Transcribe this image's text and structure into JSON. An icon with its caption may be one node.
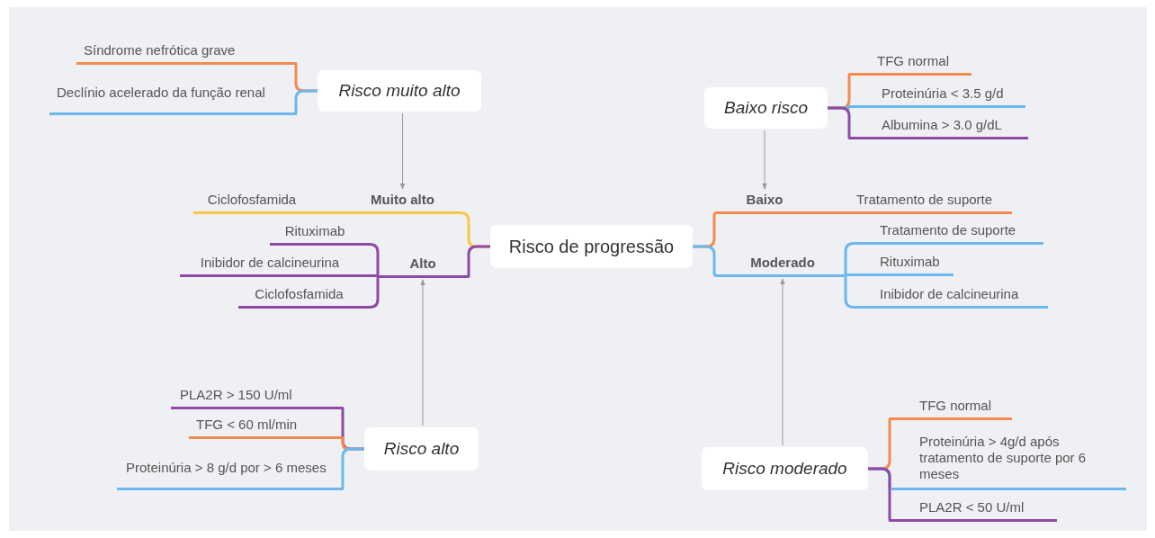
{
  "diagram": {
    "nodes": [
      {
        "text": [
          "Risco de progressão"
        ]
      },
      {
        "text": [
          "Muito alto"
        ]
      },
      {
        "text": [
          "Ciclofosfamida"
        ]
      },
      {
        "text": [
          "Alto"
        ]
      },
      {
        "text": [
          "Rituximab"
        ]
      },
      {
        "text": [
          "Inibidor de calcineurina"
        ]
      },
      {
        "text": [
          "Ciclofosfamida"
        ]
      },
      {
        "text": [
          "Baixo"
        ]
      },
      {
        "text": [
          "Tratamento de suporte"
        ]
      },
      {
        "text": [
          "Moderado"
        ]
      },
      {
        "text": [
          "Tratamento de suporte"
        ]
      },
      {
        "text": [
          "Rituximab"
        ]
      },
      {
        "text": [
          "Inibidor de calcineurina"
        ]
      },
      {
        "text": [
          "Risco muito alto"
        ]
      },
      {
        "text": [
          "Síndrome nefrótica grave"
        ]
      },
      {
        "text": [
          "Declínio acelerado da função renal"
        ]
      },
      {
        "text": [
          "Baixo risco"
        ]
      },
      {
        "text": [
          "TFG normal"
        ]
      },
      {
        "text": [
          "Proteinúria < 3.5 g/d"
        ]
      },
      {
        "text": [
          "Albumina > 3.0 g/dL"
        ]
      },
      {
        "text": [
          "Risco alto"
        ]
      },
      {
        "text": [
          "PLA2R > 150 U/ml"
        ]
      },
      {
        "text": [
          "TFG < 60 ml/min"
        ]
      },
      {
        "text": [
          "Proteinúria > 8 g/d por > 6 meses"
        ]
      },
      {
        "text": [
          "Risco moderado"
        ]
      },
      {
        "text": [
          "TFG normal"
        ]
      },
      {
        "text": [
          "Proteinúria > 4g/d após tratamento de suporte por 6 meses"
        ]
      },
      {
        "text": [
          "PLA2R < 50 U/ml"
        ]
      }
    ],
    "edges": [
      {
        "from": 0,
        "to": 1,
        "arrow": "none",
        "color": "#f7c644"
      },
      {
        "from": 1,
        "to": 2,
        "arrow": "none",
        "color": "#f7c644"
      },
      {
        "from": 0,
        "to": 3,
        "arrow": "none",
        "color": "#8e4aa6"
      },
      {
        "from": 3,
        "to": 4,
        "arrow": "none",
        "color": "#8e4aa6"
      },
      {
        "from": 3,
        "to": 5,
        "arrow": "none",
        "color": "#8e4aa6"
      },
      {
        "from": 3,
        "to": 6,
        "arrow": "none",
        "color": "#8e4aa6"
      },
      {
        "from": 0,
        "to": 7,
        "arrow": "none",
        "color": "#f58a4e"
      },
      {
        "from": 7,
        "to": 8,
        "arrow": "none",
        "color": "#f58a4e"
      },
      {
        "from": 0,
        "to": 9,
        "arrow": "none",
        "color": "#6ab8ee"
      },
      {
        "from": 9,
        "to": 10,
        "arrow": "none",
        "color": "#6ab8ee"
      },
      {
        "from": 9,
        "to": 11,
        "arrow": "none",
        "color": "#6ab8ee"
      },
      {
        "from": 9,
        "to": 12,
        "arrow": "none",
        "color": "#6ab8ee"
      },
      {
        "from": 13,
        "to": 14,
        "arrow": "none",
        "color": "#f58a4e"
      },
      {
        "from": 13,
        "to": 15,
        "arrow": "none",
        "color": "#6ab8ee"
      },
      {
        "from": 16,
        "to": 17,
        "arrow": "none",
        "color": "#f58a4e"
      },
      {
        "from": 16,
        "to": 18,
        "arrow": "none",
        "color": "#6ab8ee"
      },
      {
        "from": 16,
        "to": 19,
        "arrow": "none",
        "color": "#8e4aa6"
      },
      {
        "from": 20,
        "to": 21,
        "arrow": "none",
        "color": "#8e4aa6"
      },
      {
        "from": 20,
        "to": 22,
        "arrow": "none",
        "color": "#f58a4e"
      },
      {
        "from": 20,
        "to": 23,
        "arrow": "none",
        "color": "#6ab8ee"
      },
      {
        "from": 24,
        "to": 25,
        "arrow": "none",
        "color": "#f58a4e"
      },
      {
        "from": 24,
        "to": 26,
        "arrow": "none",
        "color": "#6ab8ee"
      },
      {
        "from": 24,
        "to": 27,
        "arrow": "none",
        "color": "#8e4aa6"
      },
      {
        "from": 13,
        "to": 1,
        "arrow": "to",
        "color": "#999999"
      },
      {
        "from": 16,
        "to": 7,
        "arrow": "to",
        "color": "#999999"
      },
      {
        "from": 20,
        "to": 3,
        "arrow": "to",
        "color": "#999999"
      },
      {
        "from": 24,
        "to": 9,
        "arrow": "to",
        "color": "#999999"
      }
    ]
  }
}
